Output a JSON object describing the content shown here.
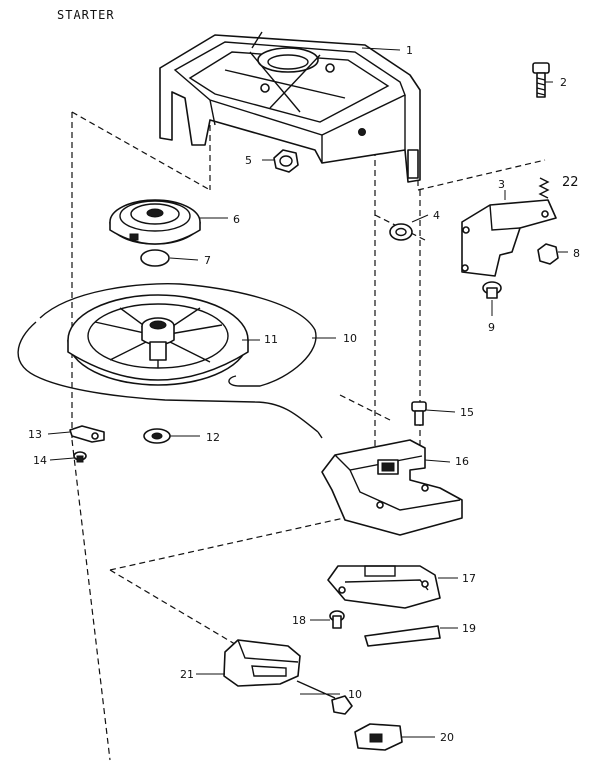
{
  "title": "STARTER",
  "callouts": {
    "c1": "1",
    "c2": "2",
    "c3": "3",
    "c4": "4",
    "c5": "5",
    "c6": "6",
    "c7": "7",
    "c8": "8",
    "c9": "9",
    "c10a": "10",
    "c10b": "10",
    "c11": "11",
    "c12": "12",
    "c13": "13",
    "c14": "14",
    "c15": "15",
    "c16": "16",
    "c17": "17",
    "c18": "18",
    "c19": "19",
    "c20": "20",
    "c21": "21",
    "c22": "22"
  }
}
